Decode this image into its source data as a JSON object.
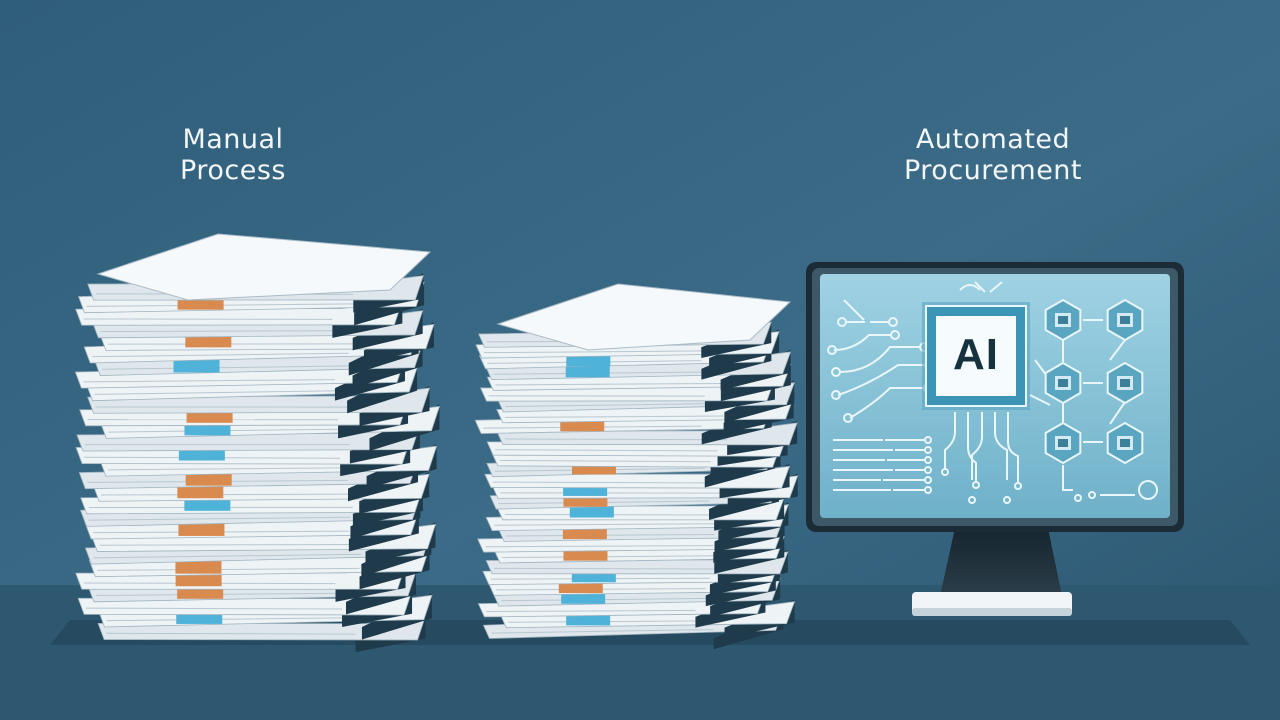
{
  "headings": {
    "manual": [
      "Manual",
      "Process"
    ],
    "automated": [
      "Automated",
      "Procurement"
    ]
  },
  "monitor": {
    "chip_label": "AI"
  },
  "colors": {
    "background": "#3b6a86",
    "floor": "#2f5a73",
    "paper": "#e9eef2",
    "paper_shadow": "#1f3b4b",
    "tab_blue": "#4fb3d9",
    "tab_orange": "#d98a4f",
    "screen": "#8cc6da",
    "monitor_frame": "#1c2c36"
  },
  "icons": [
    "document-stack-icon",
    "document-stack-icon",
    "computer-monitor-icon",
    "ai-chip-icon",
    "circuit-trace-icon",
    "hexagon-node-icon"
  ]
}
